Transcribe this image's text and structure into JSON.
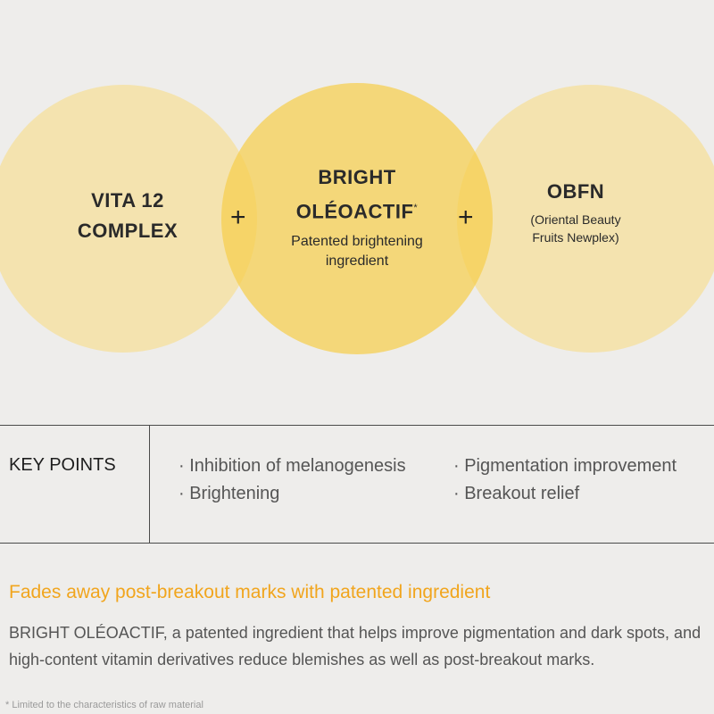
{
  "colors": {
    "circle_light": "#f7dd8a",
    "circle_center": "#f6cf4c",
    "accent": "#f1a51d",
    "background": "#eeedeb"
  },
  "circles": {
    "left": {
      "title_line1": "VITA 12",
      "title_line2": "COMPLEX"
    },
    "center": {
      "title_line1": "BRIGHT",
      "title_line2": "OLÉOACTIF",
      "title_mark": "*",
      "sub_line1": "Patented brightening",
      "sub_line2": "ingredient"
    },
    "right": {
      "title": "OBFN",
      "sub_line1": "(Oriental Beauty",
      "sub_line2": "Fruits Newplex)"
    },
    "plus_symbol": "+"
  },
  "key_points": {
    "heading": "KEY POINTS",
    "items": [
      "· Inhibition of melanogenesis",
      "· Pigmentation improvement",
      "· Brightening",
      "· Breakout relief"
    ]
  },
  "headline": "Fades away post-breakout marks with patented ingredient",
  "description": "BRIGHT OLÉOACTIF, a patented ingredient that helps improve pigmentation and dark spots, and high-content vitamin derivatives reduce blemishes as well as post-breakout marks.",
  "footnote": "* Limited to the characteristics of raw material"
}
